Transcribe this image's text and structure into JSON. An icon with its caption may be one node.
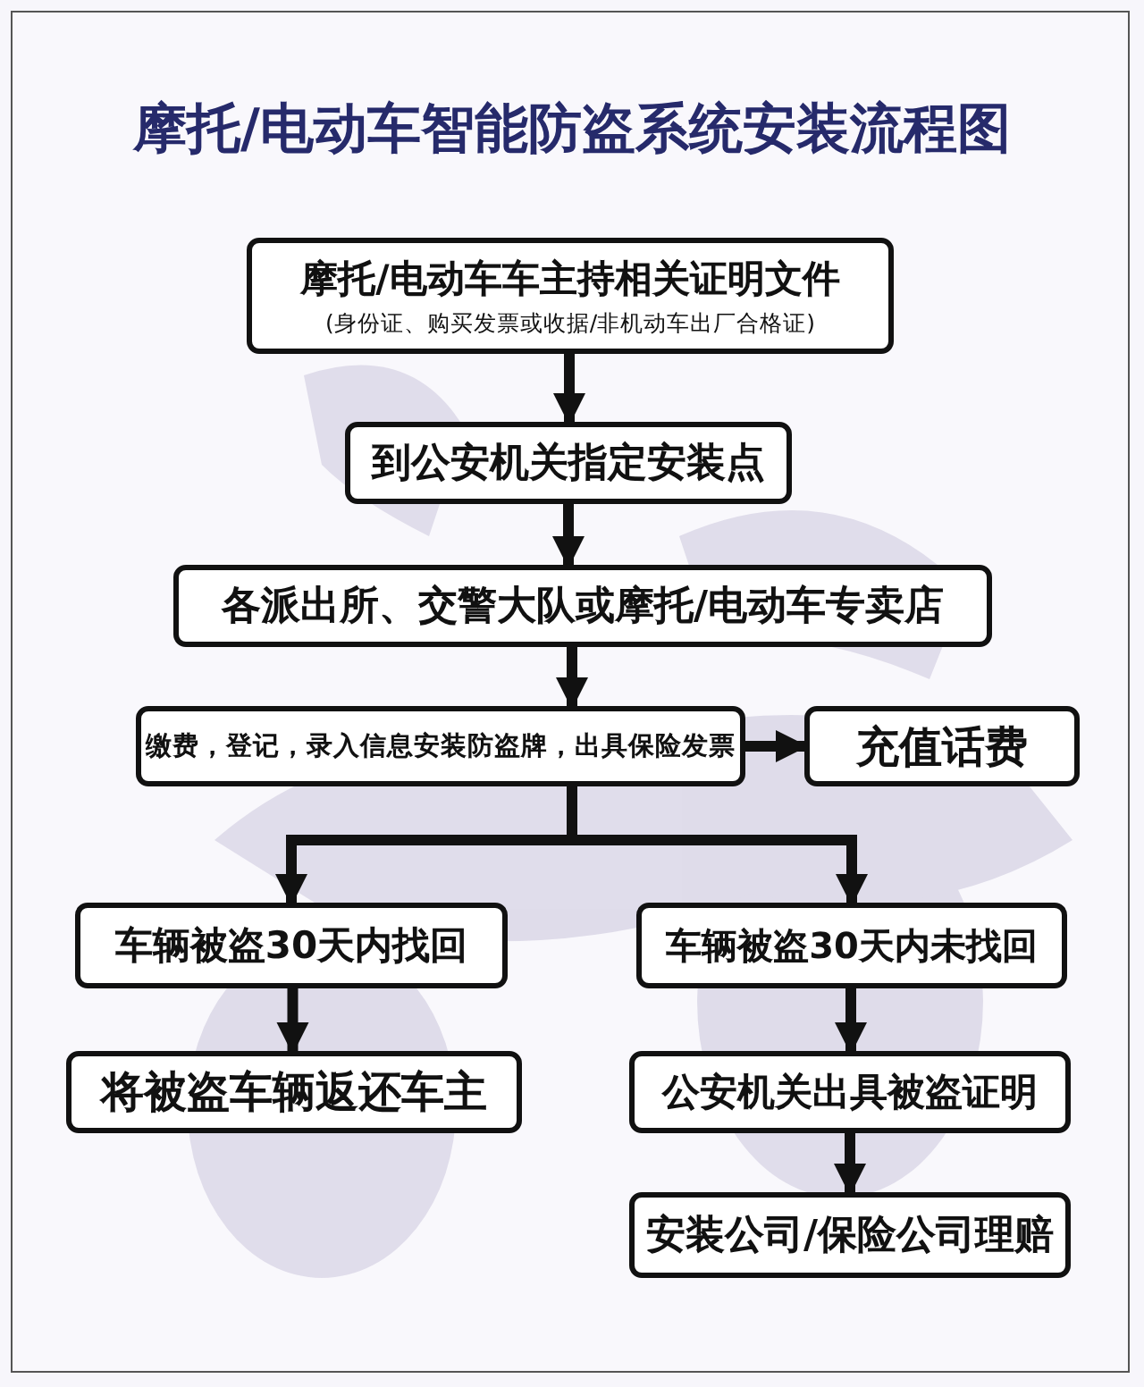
{
  "diagram": {
    "title": "摩托/电动车智能防盗系统安装流程图",
    "nodes": [
      {
        "text": [
          "摩托/电动车车主持相关证明文件",
          "(身份证、购买发票或收据/非机动车出厂合格证)"
        ]
      },
      {
        "text": [
          "到公安机关指定安装点"
        ]
      },
      {
        "text": [
          "各派出所、交警大队或摩托/电动车专卖店"
        ]
      },
      {
        "text": [
          "缴费，登记，录入信息安装防盗牌，出具保险发票"
        ]
      },
      {
        "text": [
          "充值话费"
        ]
      },
      {
        "text": [
          "车辆被盗30天内找回"
        ]
      },
      {
        "text": [
          "车辆被盗30天内未找回"
        ]
      },
      {
        "text": [
          "将被盗车辆返还车主"
        ]
      },
      {
        "text": [
          "公安机关出具被盗证明"
        ]
      },
      {
        "text": [
          "安装公司/保险公司理赔"
        ]
      }
    ],
    "edges": [
      {
        "from": 0,
        "to": 1,
        "arrow": "to"
      },
      {
        "from": 1,
        "to": 2,
        "arrow": "to"
      },
      {
        "from": 2,
        "to": 3,
        "arrow": "to"
      },
      {
        "from": 3,
        "to": 4,
        "arrow": "to"
      },
      {
        "from": 3,
        "to": 5,
        "arrow": "to"
      },
      {
        "from": 3,
        "to": 6,
        "arrow": "to"
      },
      {
        "from": 5,
        "to": 7,
        "arrow": "to"
      },
      {
        "from": 6,
        "to": 8,
        "arrow": "to"
      },
      {
        "from": 8,
        "to": 9,
        "arrow": "to"
      }
    ]
  }
}
